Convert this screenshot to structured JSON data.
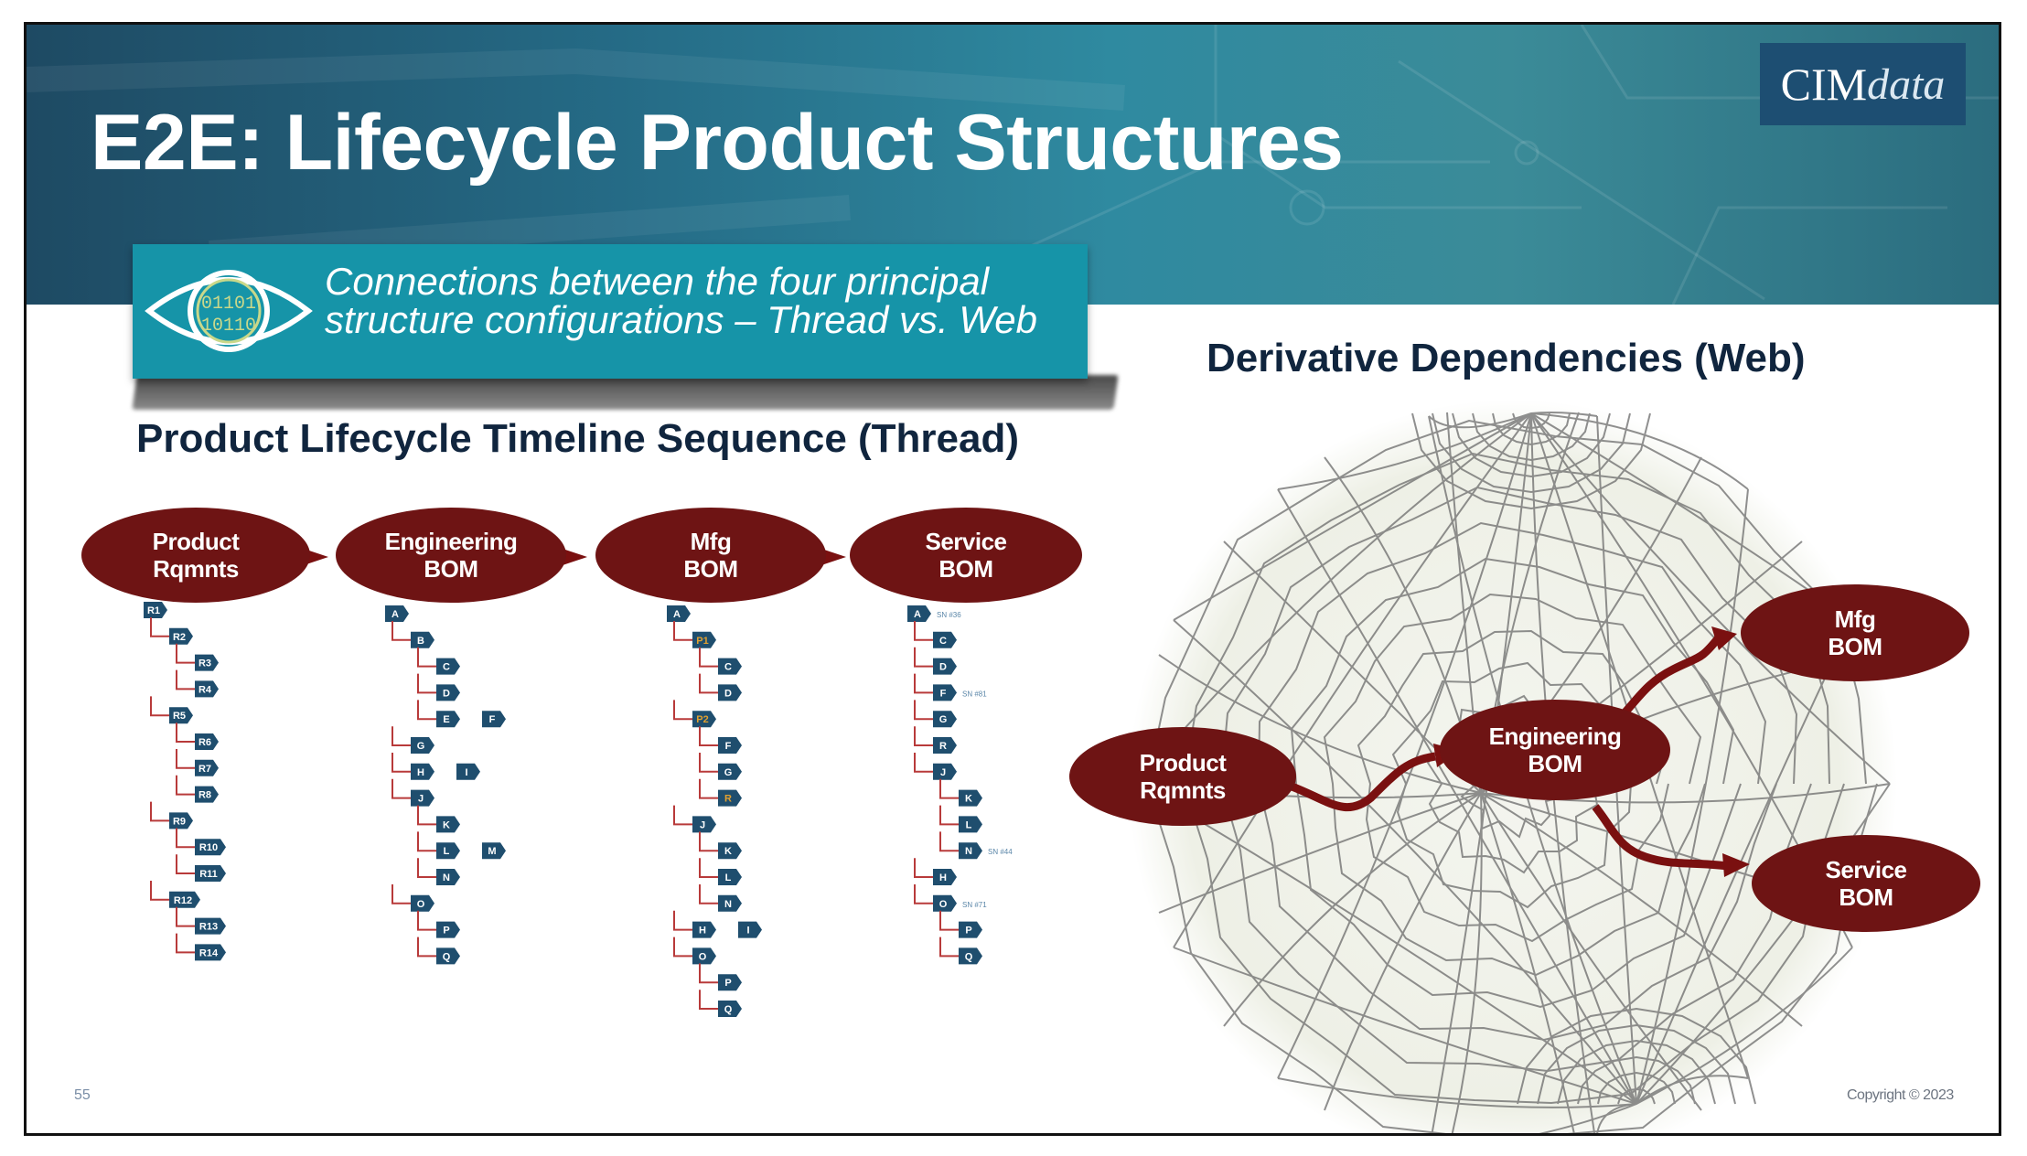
{
  "title": "E2E: Lifecycle Product Structures",
  "logo": {
    "part1": "CIM",
    "part2": "data"
  },
  "callout": {
    "icon_bits_top": "01101",
    "icon_bits_bottom": "10110",
    "line1": "Connections between the four principal",
    "line2": "structure configurations – Thread vs. Web"
  },
  "thread": {
    "title": "Product Lifecycle Timeline Sequence (Thread)",
    "nodes": [
      {
        "line1": "Product",
        "line2": "Rqmnts"
      },
      {
        "line1": "Engineering",
        "line2": "BOM"
      },
      {
        "line1": "Mfg",
        "line2": "BOM"
      },
      {
        "line1": "Service",
        "line2": "BOM"
      }
    ],
    "trees": [
      [
        "R1",
        "R2",
        "R3",
        "R4",
        "R5",
        "R6",
        "R7",
        "R8",
        "R9",
        "R10",
        "R11",
        "R12",
        "R13",
        "R14"
      ],
      [
        "A",
        "B",
        "C",
        "D",
        "E",
        "F",
        "G",
        "H",
        "I",
        "J",
        "K",
        "L",
        "M",
        "N",
        "O",
        "P",
        "Q"
      ],
      [
        "A",
        "P1",
        "C",
        "D",
        "P2",
        "F",
        "G",
        "R",
        "J",
        "K",
        "L",
        "N",
        "H",
        "I",
        "O",
        "P",
        "Q"
      ],
      [
        "A",
        "SN #36",
        "C",
        "D",
        "F",
        "SN #81",
        "G",
        "R",
        "J",
        "K",
        "L",
        "N",
        "SN #44",
        "H",
        "O",
        "SN #71",
        "P",
        "Q"
      ]
    ]
  },
  "web": {
    "title": "Derivative Dependencies (Web)",
    "nodes": [
      {
        "line1": "Product",
        "line2": "Rqmnts"
      },
      {
        "line1": "Engineering",
        "line2": "BOM"
      },
      {
        "line1": "Mfg",
        "line2": "BOM"
      },
      {
        "line1": "Service",
        "line2": "BOM"
      }
    ]
  },
  "footer": {
    "slide_number": "55",
    "copyright": "Copyright © 2023"
  },
  "colors": {
    "node": "#6e1414",
    "tree_box": "#1f4e6e",
    "tree_line": "#b83a3a",
    "title": "#10253e",
    "callout": "#1694a8"
  }
}
